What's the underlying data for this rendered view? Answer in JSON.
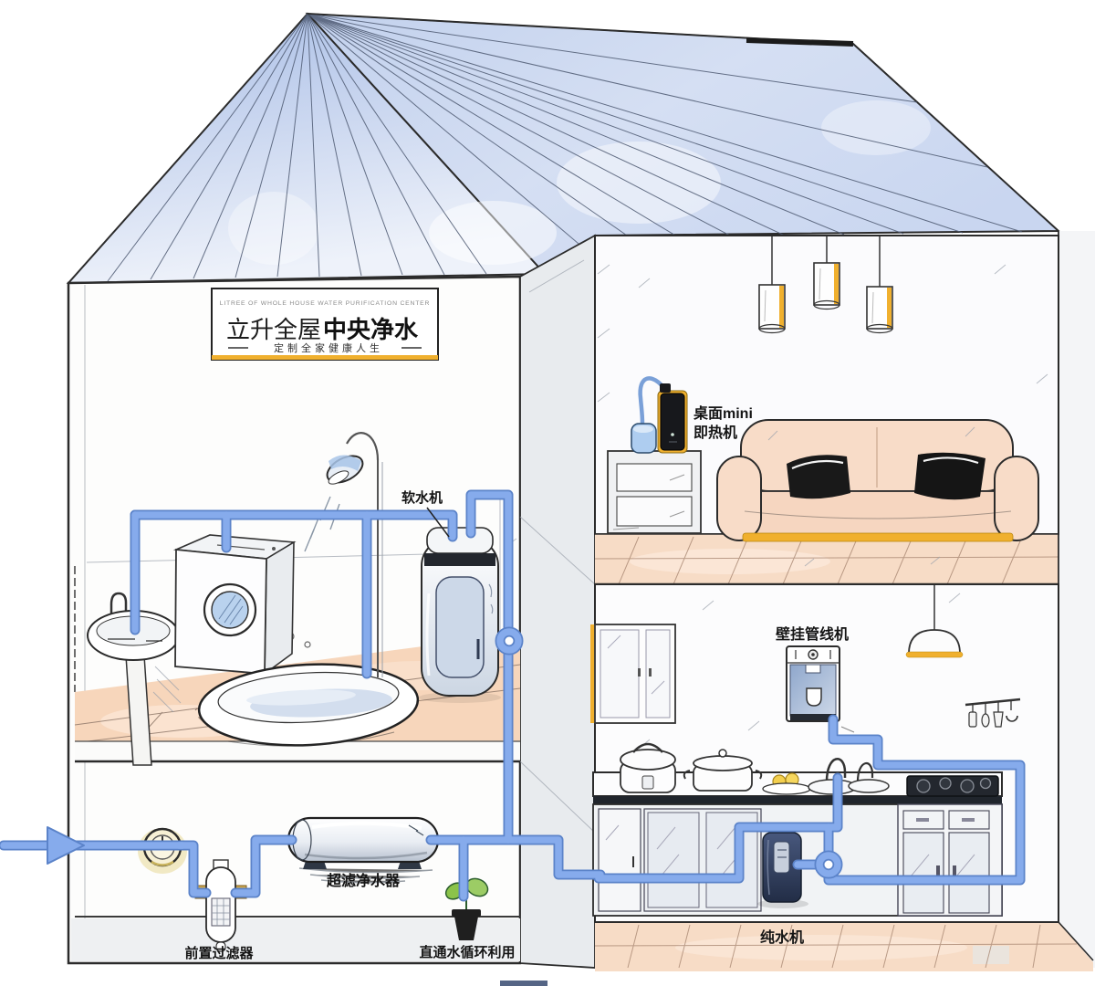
{
  "sign": {
    "tagline_en": "LITREE OF WHOLE HOUSE WATER PURIFICATION CENTER",
    "title_regular": "立升全屋",
    "title_bold": "中央净水",
    "subtitle": "定制全家健康人生"
  },
  "labels": {
    "water_softener": "软水机",
    "desktop_mini_line1": "桌面mini",
    "desktop_mini_line2": "即热机",
    "wall_mounted_dispenser": "壁挂管线机",
    "uf_purifier": "超滤净水器",
    "pre_filter": "前置过滤器",
    "water_recycling": "直通水循环利用",
    "pure_water_machine": "纯水机"
  },
  "colors": {
    "pipe_fill": "#86ABEC",
    "pipe_edge": "#5B83C9",
    "accent_yellow": "#F0B02E",
    "roof_blue": "#CBD8F0",
    "floor_peach": "#F7DCC6",
    "device_navy": "#33415C",
    "leaf_green": "#8BC34A",
    "gauge_gold": "#E9DC9F",
    "outline_ink": "#2B2B2B"
  }
}
